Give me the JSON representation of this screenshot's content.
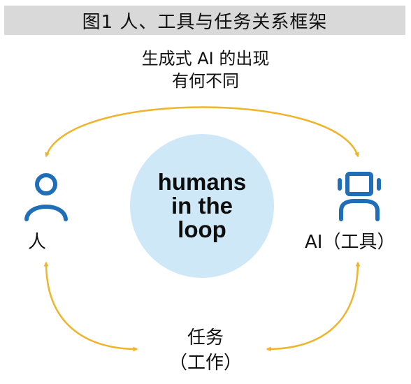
{
  "title": "图1 人、工具与任务关系框架",
  "top_caption": {
    "line1": "生成式 AI 的出现",
    "line2": "有何不同"
  },
  "center": {
    "line1": "humans",
    "line2": "in the",
    "line3": "loop"
  },
  "nodes": {
    "human_label": "人",
    "ai_label": "AI（工具）"
  },
  "bottom_caption": {
    "line1": "任务",
    "line2": "（工作）"
  },
  "colors": {
    "arrow": "#f0b42a",
    "icon": "#1f6fb8",
    "circle": "#cfe8f8",
    "title_bar": "#d9d9d9"
  },
  "icons": {
    "human": "person-icon",
    "ai": "robot-icon"
  }
}
